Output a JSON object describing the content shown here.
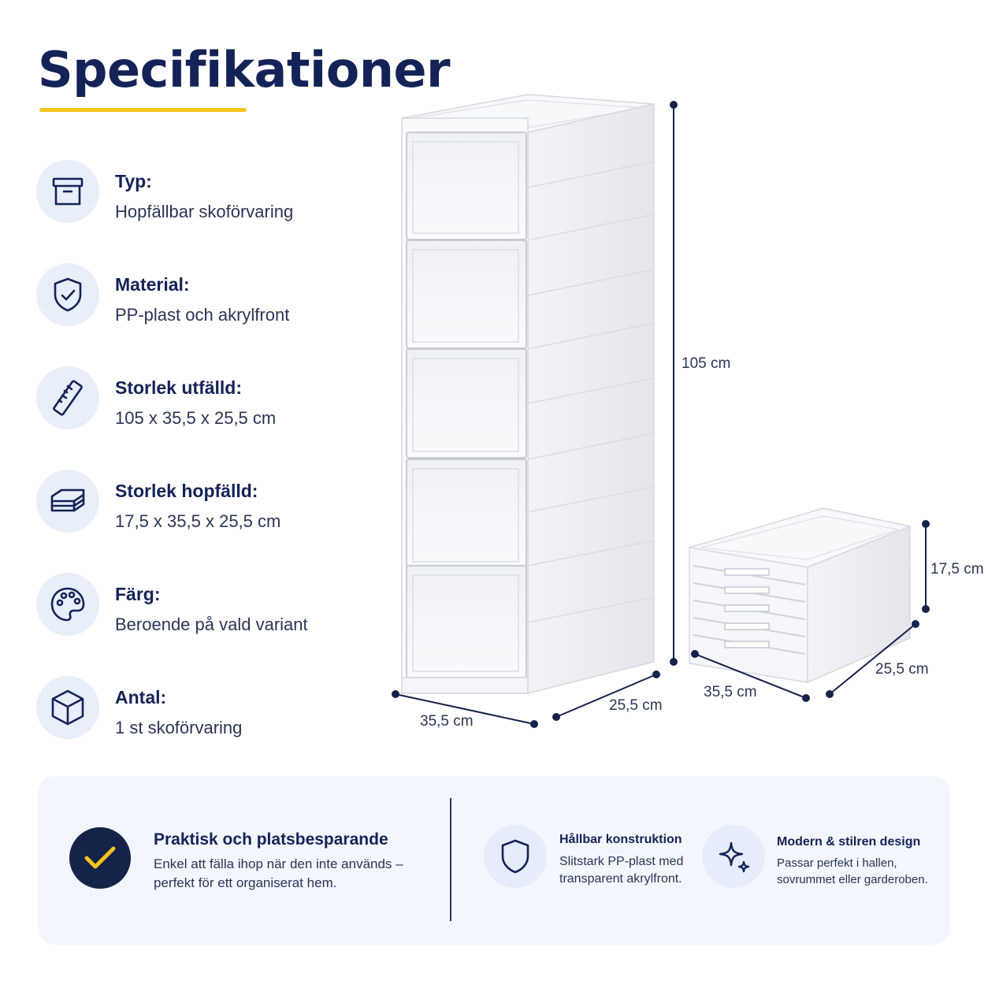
{
  "page": {
    "title": "Specifikationer"
  },
  "specs": [
    {
      "icon": "box-icon",
      "label": "Typ:",
      "value": "Hopfällbar skoförvaring"
    },
    {
      "icon": "shield-check-icon",
      "label": "Material:",
      "value": "PP-plast och akrylfront"
    },
    {
      "icon": "ruler-icon",
      "label": "Storlek utfälld:",
      "value": "105 x 35,5 x 25,5 cm"
    },
    {
      "icon": "folded-stack-icon",
      "label": "Storlek hopfälld:",
      "value": "17,5 x 35,5 x 25,5 cm"
    },
    {
      "icon": "palette-icon",
      "label": "Färg:",
      "value": "Beroende på vald variant"
    },
    {
      "icon": "cube-icon",
      "label": "Antal:",
      "value": "1 st skoförvaring"
    }
  ],
  "dimensions": {
    "unfolded_height": "105 cm",
    "unfolded_width": "35,5 cm",
    "unfolded_depth": "25,5 cm",
    "folded_height": "17,5 cm",
    "folded_width": "35,5 cm",
    "folded_depth": "25,5 cm"
  },
  "features": {
    "main": {
      "icon": "checkmark-icon",
      "title": "Praktisk och platsbesparande",
      "desc_line1": "Enkel att fälla ihop när den inte används –",
      "desc_line2": "perfekt för ett organiserat hem."
    },
    "durable": {
      "icon": "shield-icon",
      "title": "Hållbar konstruktion",
      "desc_line1": "Slitstark PP-plast med",
      "desc_line2": "transparent akrylfront."
    },
    "modern": {
      "icon": "sparkle-icon",
      "title": "Modern & stilren design",
      "desc_line1": "Passar perfekt i hallen,",
      "desc_line2": "sovrummet eller garderoben."
    }
  },
  "colors": {
    "navy": "#15224a",
    "accent_yellow": "#f3c41a",
    "icon_bg": "#e9eefb",
    "card_bg": "#f3f6fd"
  }
}
